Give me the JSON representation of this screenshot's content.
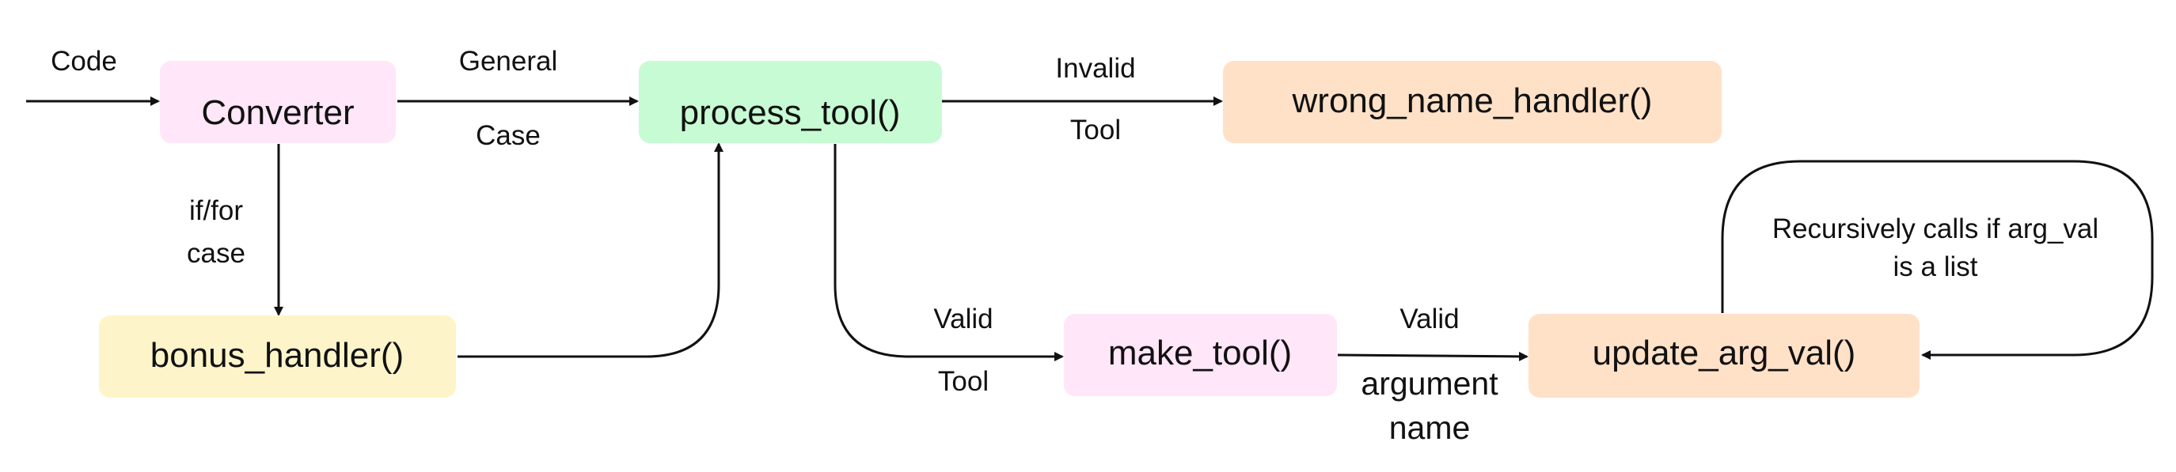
{
  "nodes": {
    "converter": {
      "label": "Converter",
      "color": "#ffe6f8"
    },
    "process_tool": {
      "label": "process_tool()",
      "color": "#c6fbd3"
    },
    "wrong_name_handler": {
      "label": "wrong_name_handler()",
      "color": "#ffe1c8"
    },
    "bonus_handler": {
      "label": "bonus_handler()",
      "color": "#fdf5c9"
    },
    "make_tool": {
      "label": "make_tool()",
      "color": "#ffe6f8"
    },
    "update_arg_val": {
      "label": "update_arg_val()",
      "color": "#ffe1c8"
    }
  },
  "edges": {
    "input": {
      "label": "Code"
    },
    "general_case": {
      "label_line1": "General",
      "label_line2": "Case"
    },
    "invalid_tool": {
      "label_line1": "Invalid",
      "label_line2": "Tool"
    },
    "if_for_case": {
      "label_line1": "if/for",
      "label_line2": "case"
    },
    "valid_tool": {
      "label_line1": "Valid",
      "label_line2": "Tool"
    },
    "valid_argument_name": {
      "label_line1": "Valid",
      "label_line2": "argument",
      "label_line3": "name"
    },
    "recursion": {
      "label_line1": "Recursively calls if arg_val",
      "label_line2": "is a list"
    }
  }
}
